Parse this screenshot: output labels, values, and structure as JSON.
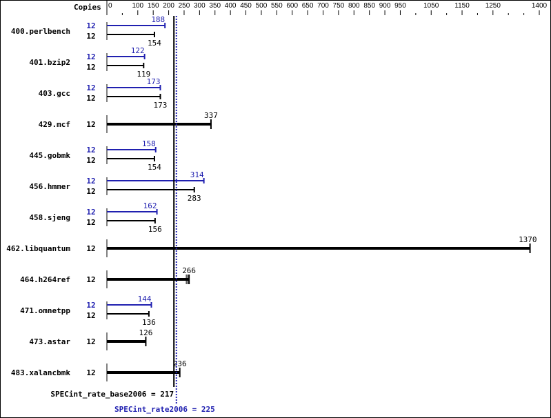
{
  "chart_data": {
    "type": "bar",
    "orientation": "horizontal",
    "x_axis_title": "Copies",
    "xlim": [
      0,
      1400
    ],
    "tick_labels": [
      0,
      100,
      150,
      200,
      250,
      300,
      350,
      400,
      450,
      500,
      550,
      600,
      650,
      700,
      750,
      800,
      850,
      900,
      950,
      1050,
      1150,
      1250,
      1400
    ],
    "minor_ticks": [
      50,
      1000,
      1100,
      1200,
      1300,
      1350
    ],
    "colors": {
      "base": "#000000",
      "peak": "#2020b0"
    },
    "benchmarks": [
      {
        "name": "400.perlbench",
        "base_copies": 12,
        "base": 154,
        "peak_copies": 12,
        "peak": 188
      },
      {
        "name": "401.bzip2",
        "base_copies": 12,
        "base": 119,
        "peak_copies": 12,
        "peak": 122
      },
      {
        "name": "403.gcc",
        "base_copies": 12,
        "base": 173,
        "peak_copies": 12,
        "peak": 173
      },
      {
        "name": "429.mcf",
        "base_copies": 12,
        "base": 337
      },
      {
        "name": "445.gobmk",
        "base_copies": 12,
        "base": 154,
        "peak_copies": 12,
        "peak": 158
      },
      {
        "name": "456.hmmer",
        "base_copies": 12,
        "base": 283,
        "peak_copies": 12,
        "peak": 314
      },
      {
        "name": "458.sjeng",
        "base_copies": 12,
        "base": 156,
        "peak_copies": 12,
        "peak": 162
      },
      {
        "name": "462.libquantum",
        "base_copies": 12,
        "base": 1370
      },
      {
        "name": "464.h264ref",
        "base_copies": 12,
        "base": 266
      },
      {
        "name": "471.omnetpp",
        "base_copies": 12,
        "base": 136,
        "peak_copies": 12,
        "peak": 144
      },
      {
        "name": "473.astar",
        "base_copies": 12,
        "base": 126
      },
      {
        "name": "483.xalancbmk",
        "base_copies": 12,
        "base": 236
      }
    ],
    "summary": {
      "base_label": "SPECint_rate_base2006 = 217",
      "base_value": 217,
      "peak_label": "SPECint_rate2006 = 225",
      "peak_value": 225
    }
  }
}
